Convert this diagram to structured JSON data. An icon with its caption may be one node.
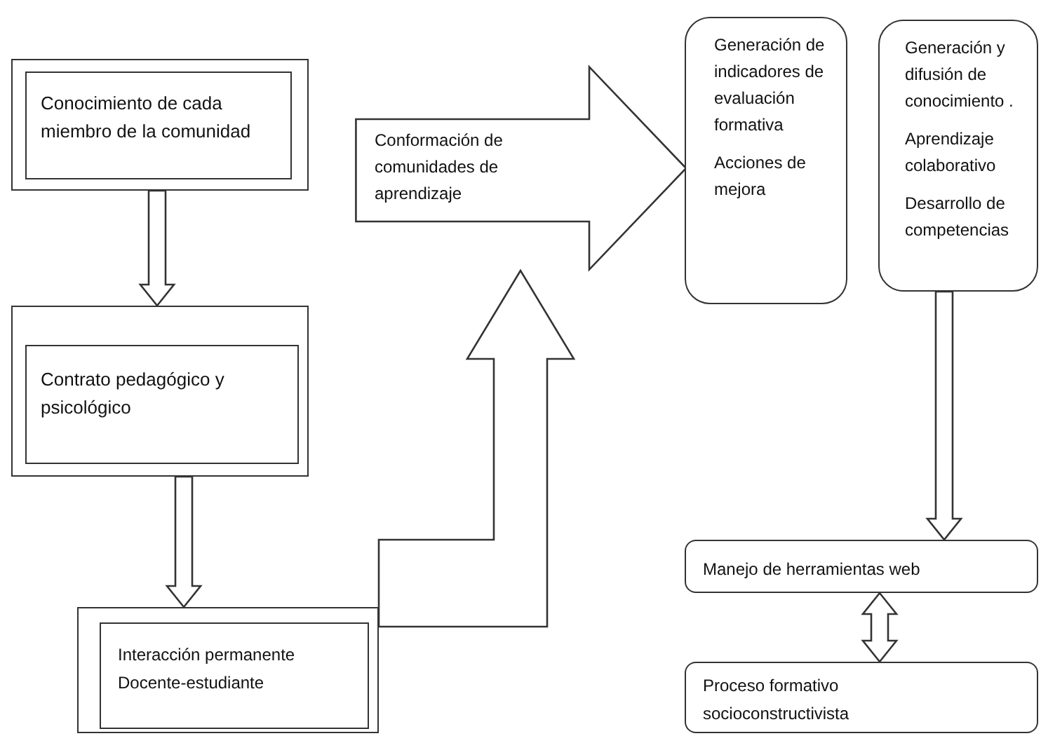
{
  "diagram": {
    "nodes": [
      {
        "text": [],
        "shape": "box"
      },
      {
        "text": [
          "Conocimiento de cada miembro de la comunidad"
        ],
        "in": 0
      },
      {
        "text": [],
        "shape": "box"
      },
      {
        "text": [
          "Contrato pedagógico y psicológico"
        ],
        "in": 2
      },
      {
        "text": [],
        "shape": "box"
      },
      {
        "text": [
          "Interacción permanente Docente-estudiante"
        ],
        "in": 4
      },
      {
        "text": [
          "Conformación de comunidades de aprendizaje"
        ]
      },
      {
        "text": [
          "Generación de indicadores de evaluación formativa",
          "Acciones de mejora"
        ]
      },
      {
        "text": [
          "Generación y difusión de conocimiento .",
          "Aprendizaje colaborativo",
          "Desarrollo de competencias"
        ]
      },
      {
        "text": [
          "Manejo de herramientas web"
        ]
      },
      {
        "text": [
          "Proceso formativo socioconstructivista"
        ]
      }
    ],
    "edges": [
      {
        "from": 0,
        "to": 2,
        "arrow": "to"
      },
      {
        "from": 2,
        "to": 4,
        "arrow": "to"
      },
      {
        "from": 4,
        "to": 6,
        "arrow": "to"
      },
      {
        "from": 8,
        "to": 9,
        "arrow": "to"
      },
      {
        "from": 9,
        "to": 10,
        "arrow": "both"
      }
    ]
  }
}
